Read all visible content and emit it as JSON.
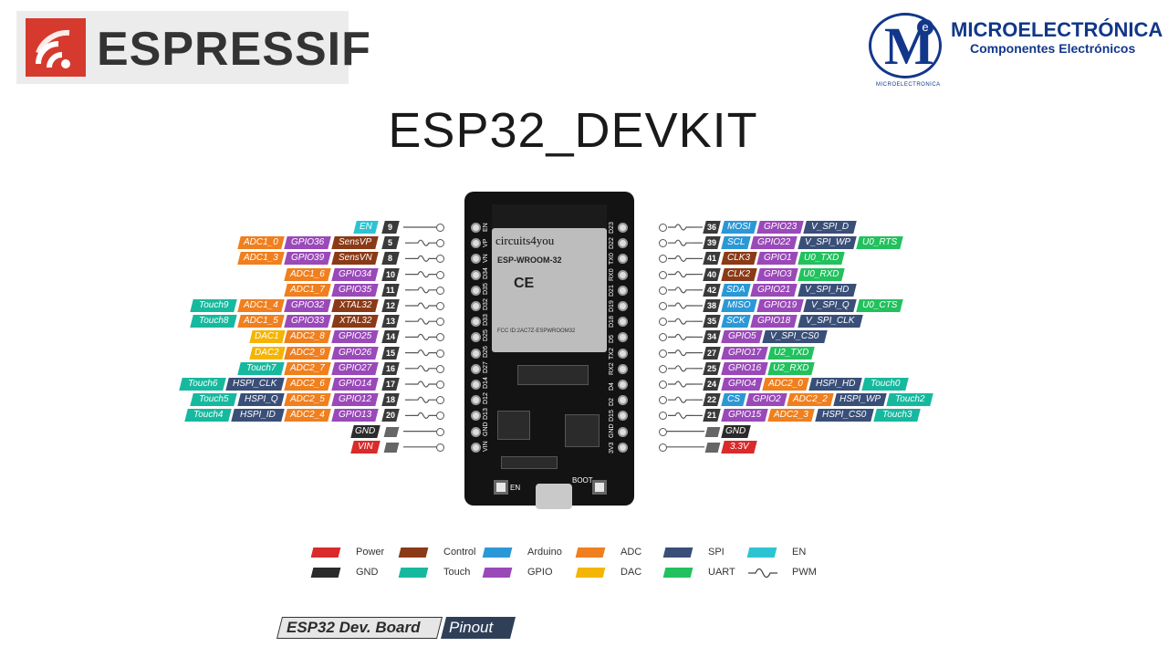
{
  "brand_left": "ESPRESSIF",
  "brand_right": {
    "name": "MICROELECTRÓNICA",
    "subtitle": "Componentes Electrónicos",
    "small": "MICROELECTRONICA",
    "letter": "M",
    "badge": "e"
  },
  "title": "ESP32_DEVKIT",
  "board": {
    "module_brand": "circuits4you",
    "module_model": "ESP-WROOM-32",
    "ce_mark": "CE",
    "fcc_text": "FCC ID:2AC7Z-ESPWROOM32",
    "btn_en": "EN",
    "btn_boot": "BOOT"
  },
  "colors": {
    "Power": "#d92b2b",
    "GND": "#2b2b2b",
    "Control": "#8b3a17",
    "Touch": "#17b99e",
    "Arduino": "#2b98d6",
    "GPIO": "#9a49b8",
    "ADC": "#f07f1e",
    "DAC": "#f4b500",
    "SPI": "#3a4f78",
    "UART": "#22c15e",
    "EN": "#2cc4d3",
    "PinNum": "#3a3a3a"
  },
  "left_pins": [
    {
      "num": "9",
      "pwm": false,
      "tags": [
        {
          "t": "EN",
          "c": "EN"
        }
      ]
    },
    {
      "num": "5",
      "pwm": true,
      "tags": [
        {
          "t": "ADC1_0",
          "c": "ADC"
        },
        {
          "t": "GPIO36",
          "c": "GPIO"
        },
        {
          "t": "SensVP",
          "c": "Control"
        }
      ]
    },
    {
      "num": "8",
      "pwm": true,
      "tags": [
        {
          "t": "ADC1_3",
          "c": "ADC"
        },
        {
          "t": "GPIO39",
          "c": "GPIO"
        },
        {
          "t": "SensVN",
          "c": "Control"
        }
      ]
    },
    {
      "num": "10",
      "pwm": true,
      "tags": [
        {
          "t": "ADC1_6",
          "c": "ADC"
        },
        {
          "t": "GPIO34",
          "c": "GPIO"
        }
      ]
    },
    {
      "num": "11",
      "pwm": true,
      "tags": [
        {
          "t": "ADC1_7",
          "c": "ADC"
        },
        {
          "t": "GPIO35",
          "c": "GPIO"
        }
      ]
    },
    {
      "num": "12",
      "pwm": true,
      "tags": [
        {
          "t": "Touch9",
          "c": "Touch"
        },
        {
          "t": "ADC1_4",
          "c": "ADC"
        },
        {
          "t": "GPIO32",
          "c": "GPIO"
        },
        {
          "t": "XTAL32",
          "c": "Control"
        }
      ]
    },
    {
      "num": "13",
      "pwm": true,
      "tags": [
        {
          "t": "Touch8",
          "c": "Touch"
        },
        {
          "t": "ADC1_5",
          "c": "ADC"
        },
        {
          "t": "GPIO33",
          "c": "GPIO"
        },
        {
          "t": "XTAL32",
          "c": "Control"
        }
      ]
    },
    {
      "num": "14",
      "pwm": true,
      "tags": [
        {
          "t": "DAC1",
          "c": "DAC"
        },
        {
          "t": "ADC2_8",
          "c": "ADC"
        },
        {
          "t": "GPIO25",
          "c": "GPIO"
        }
      ]
    },
    {
      "num": "15",
      "pwm": true,
      "tags": [
        {
          "t": "DAC2",
          "c": "DAC"
        },
        {
          "t": "ADC2_9",
          "c": "ADC"
        },
        {
          "t": "GPIO26",
          "c": "GPIO"
        }
      ]
    },
    {
      "num": "16",
      "pwm": true,
      "tags": [
        {
          "t": "Touch7",
          "c": "Touch"
        },
        {
          "t": "ADC2_7",
          "c": "ADC"
        },
        {
          "t": "GPIO27",
          "c": "GPIO"
        }
      ]
    },
    {
      "num": "17",
      "pwm": true,
      "tags": [
        {
          "t": "Touch6",
          "c": "Touch"
        },
        {
          "t": "HSPI_CLK",
          "c": "SPI"
        },
        {
          "t": "ADC2_6",
          "c": "ADC"
        },
        {
          "t": "GPIO14",
          "c": "GPIO"
        }
      ]
    },
    {
      "num": "18",
      "pwm": true,
      "tags": [
        {
          "t": "Touch5",
          "c": "Touch"
        },
        {
          "t": "HSPI_Q",
          "c": "SPI"
        },
        {
          "t": "ADC2_5",
          "c": "ADC"
        },
        {
          "t": "GPIO12",
          "c": "GPIO"
        }
      ]
    },
    {
      "num": "20",
      "pwm": true,
      "tags": [
        {
          "t": "Touch4",
          "c": "Touch"
        },
        {
          "t": "HSPI_ID",
          "c": "SPI"
        },
        {
          "t": "ADC2_4",
          "c": "ADC"
        },
        {
          "t": "GPIO13",
          "c": "GPIO"
        }
      ]
    },
    {
      "num": "",
      "pwm": false,
      "tags": [
        {
          "t": "GND",
          "c": "GND"
        }
      ]
    },
    {
      "num": "",
      "pwm": false,
      "tags": [
        {
          "t": "VIN",
          "c": "Power"
        }
      ]
    }
  ],
  "right_pins": [
    {
      "num": "36",
      "pwm": true,
      "tags": [
        {
          "t": "MOSI",
          "c": "Arduino"
        },
        {
          "t": "GPIO23",
          "c": "GPIO"
        },
        {
          "t": "V_SPI_D",
          "c": "SPI"
        }
      ]
    },
    {
      "num": "39",
      "pwm": true,
      "tags": [
        {
          "t": "SCL",
          "c": "Arduino"
        },
        {
          "t": "GPIO22",
          "c": "GPIO"
        },
        {
          "t": "V_SPI_WP",
          "c": "SPI"
        },
        {
          "t": "U0_RTS",
          "c": "UART"
        }
      ]
    },
    {
      "num": "41",
      "pwm": true,
      "tags": [
        {
          "t": "CLK3",
          "c": "Control"
        },
        {
          "t": "GPIO1",
          "c": "GPIO"
        },
        {
          "t": "U0_TXD",
          "c": "UART"
        }
      ]
    },
    {
      "num": "40",
      "pwm": true,
      "tags": [
        {
          "t": "CLK2",
          "c": "Control"
        },
        {
          "t": "GPIO3",
          "c": "GPIO"
        },
        {
          "t": "U0_RXD",
          "c": "UART"
        }
      ]
    },
    {
      "num": "42",
      "pwm": true,
      "tags": [
        {
          "t": "SDA",
          "c": "Arduino"
        },
        {
          "t": "GPIO21",
          "c": "GPIO"
        },
        {
          "t": "V_SPI_HD",
          "c": "SPI"
        }
      ]
    },
    {
      "num": "38",
      "pwm": true,
      "tags": [
        {
          "t": "MISO",
          "c": "Arduino"
        },
        {
          "t": "GPIO19",
          "c": "GPIO"
        },
        {
          "t": "V_SPI_Q",
          "c": "SPI"
        },
        {
          "t": "U0_CTS",
          "c": "UART"
        }
      ]
    },
    {
      "num": "35",
      "pwm": true,
      "tags": [
        {
          "t": "SCK",
          "c": "Arduino"
        },
        {
          "t": "GPIO18",
          "c": "GPIO"
        },
        {
          "t": "V_SPI_CLK",
          "c": "SPI"
        }
      ]
    },
    {
      "num": "34",
      "pwm": true,
      "tags": [
        {
          "t": "GPIO5",
          "c": "GPIO"
        },
        {
          "t": "V_SPI_CS0",
          "c": "SPI"
        }
      ]
    },
    {
      "num": "27",
      "pwm": true,
      "tags": [
        {
          "t": "GPIO17",
          "c": "GPIO"
        },
        {
          "t": "U2_TXD",
          "c": "UART"
        }
      ]
    },
    {
      "num": "25",
      "pwm": true,
      "tags": [
        {
          "t": "GPIO16",
          "c": "GPIO"
        },
        {
          "t": "U2_RXD",
          "c": "UART"
        }
      ]
    },
    {
      "num": "24",
      "pwm": true,
      "tags": [
        {
          "t": "GPIO4",
          "c": "GPIO"
        },
        {
          "t": "ADC2_0",
          "c": "ADC"
        },
        {
          "t": "HSPI_HD",
          "c": "SPI"
        },
        {
          "t": "Touch0",
          "c": "Touch"
        }
      ]
    },
    {
      "num": "22",
      "pwm": true,
      "tags": [
        {
          "t": "CS",
          "c": "Arduino"
        },
        {
          "t": "GPIO2",
          "c": "GPIO"
        },
        {
          "t": "ADC2_2",
          "c": "ADC"
        },
        {
          "t": "HSPI_WP",
          "c": "SPI"
        },
        {
          "t": "Touch2",
          "c": "Touch"
        }
      ]
    },
    {
      "num": "21",
      "pwm": true,
      "tags": [
        {
          "t": "GPIO15",
          "c": "GPIO"
        },
        {
          "t": "ADC2_3",
          "c": "ADC"
        },
        {
          "t": "HSPI_CS0",
          "c": "SPI"
        },
        {
          "t": "Touch3",
          "c": "Touch"
        }
      ]
    },
    {
      "num": "",
      "pwm": false,
      "tags": [
        {
          "t": "GND",
          "c": "GND"
        }
      ]
    },
    {
      "num": "",
      "pwm": false,
      "tags": [
        {
          "t": "3.3V",
          "c": "Power"
        }
      ]
    }
  ],
  "board_left_labels": [
    "EN",
    "VP",
    "VN",
    "D34",
    "D35",
    "D32",
    "D33",
    "D25",
    "D26",
    "D27",
    "D14",
    "D12",
    "D13",
    "GND",
    "VIN"
  ],
  "board_right_labels": [
    "D23",
    "D22",
    "TX0",
    "RX0",
    "D21",
    "D19",
    "D18",
    "D5",
    "TX2",
    "RX2",
    "D4",
    "D2",
    "D15",
    "GND",
    "3V3"
  ],
  "legend": [
    {
      "label": "Power",
      "c": "Power"
    },
    {
      "label": "Control",
      "c": "Control"
    },
    {
      "label": "Arduino",
      "c": "Arduino"
    },
    {
      "label": "ADC",
      "c": "ADC"
    },
    {
      "label": "SPI",
      "c": "SPI"
    },
    {
      "label": "EN",
      "c": "EN"
    },
    {
      "label": "GND",
      "c": "GND"
    },
    {
      "label": "Touch",
      "c": "Touch"
    },
    {
      "label": "GPIO",
      "c": "GPIO"
    },
    {
      "label": "DAC",
      "c": "DAC"
    },
    {
      "label": "UART",
      "c": "UART"
    },
    {
      "label": "PWM",
      "c": "pwm"
    }
  ],
  "footer": {
    "part1": "ESP32 Dev. Board",
    "part2": "Pinout"
  }
}
